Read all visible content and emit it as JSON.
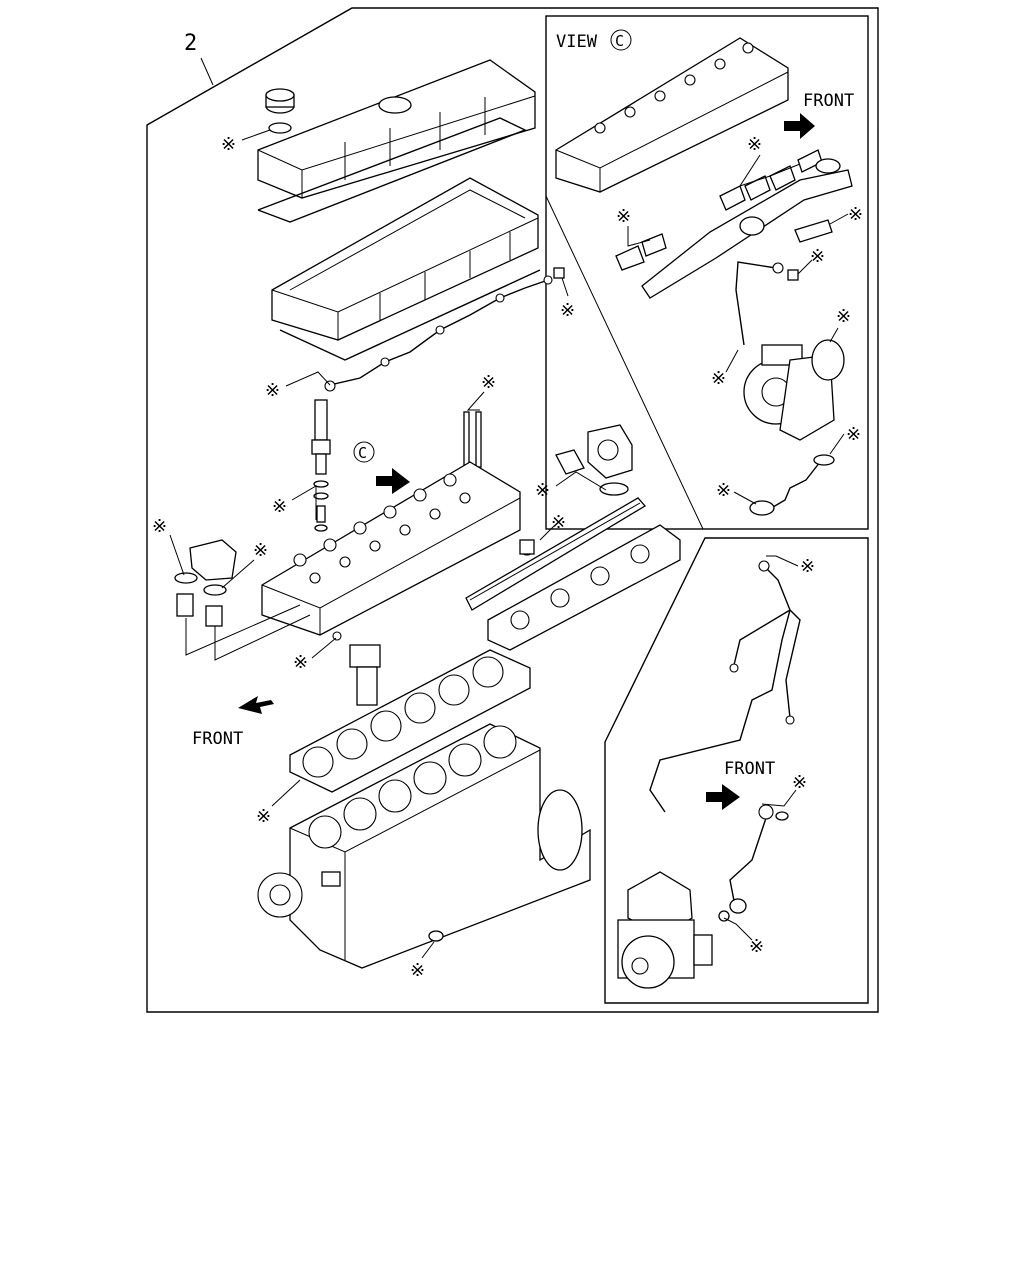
{
  "diagram": {
    "ref_number": "2",
    "view_label": "VIEW",
    "view_marker": "C",
    "section_marker": "C",
    "front_labels": [
      "FRONT",
      "FRONT",
      "FRONT"
    ],
    "kit_mark": "※",
    "colors": {
      "line": "#000000",
      "background": "#ffffff"
    }
  }
}
